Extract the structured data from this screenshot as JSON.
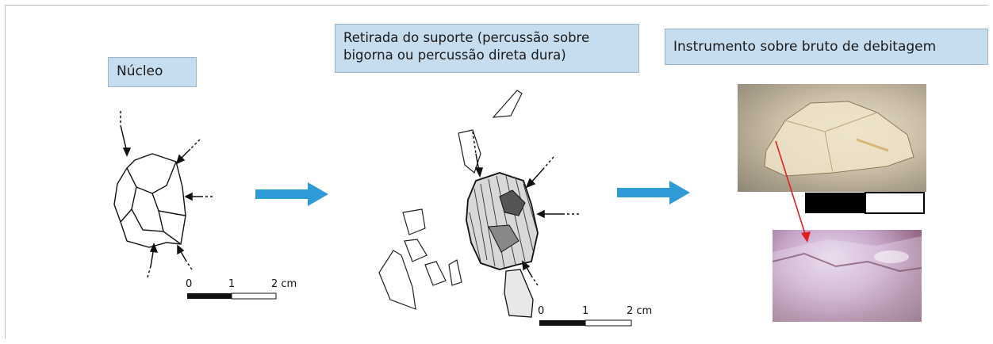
{
  "labels": {
    "core": "Núcleo",
    "removal_line1": "Retirada do suporte (percussão sobre",
    "removal_line2": "bigorna ou percussão direta dura)",
    "tool": "Instrumento sobre bruto de debitagem"
  },
  "scale_left": {
    "tick0": "0",
    "tick1": "1",
    "tick2": "2 cm"
  },
  "scale_middle": {
    "tick0": "0",
    "tick1": "1",
    "tick2": "2 cm"
  },
  "colors": {
    "label_bg": "#c6dcef",
    "flow_arrow": "#2e9ad6",
    "pointer": "#e02020",
    "drawing_stroke": "#111111"
  }
}
